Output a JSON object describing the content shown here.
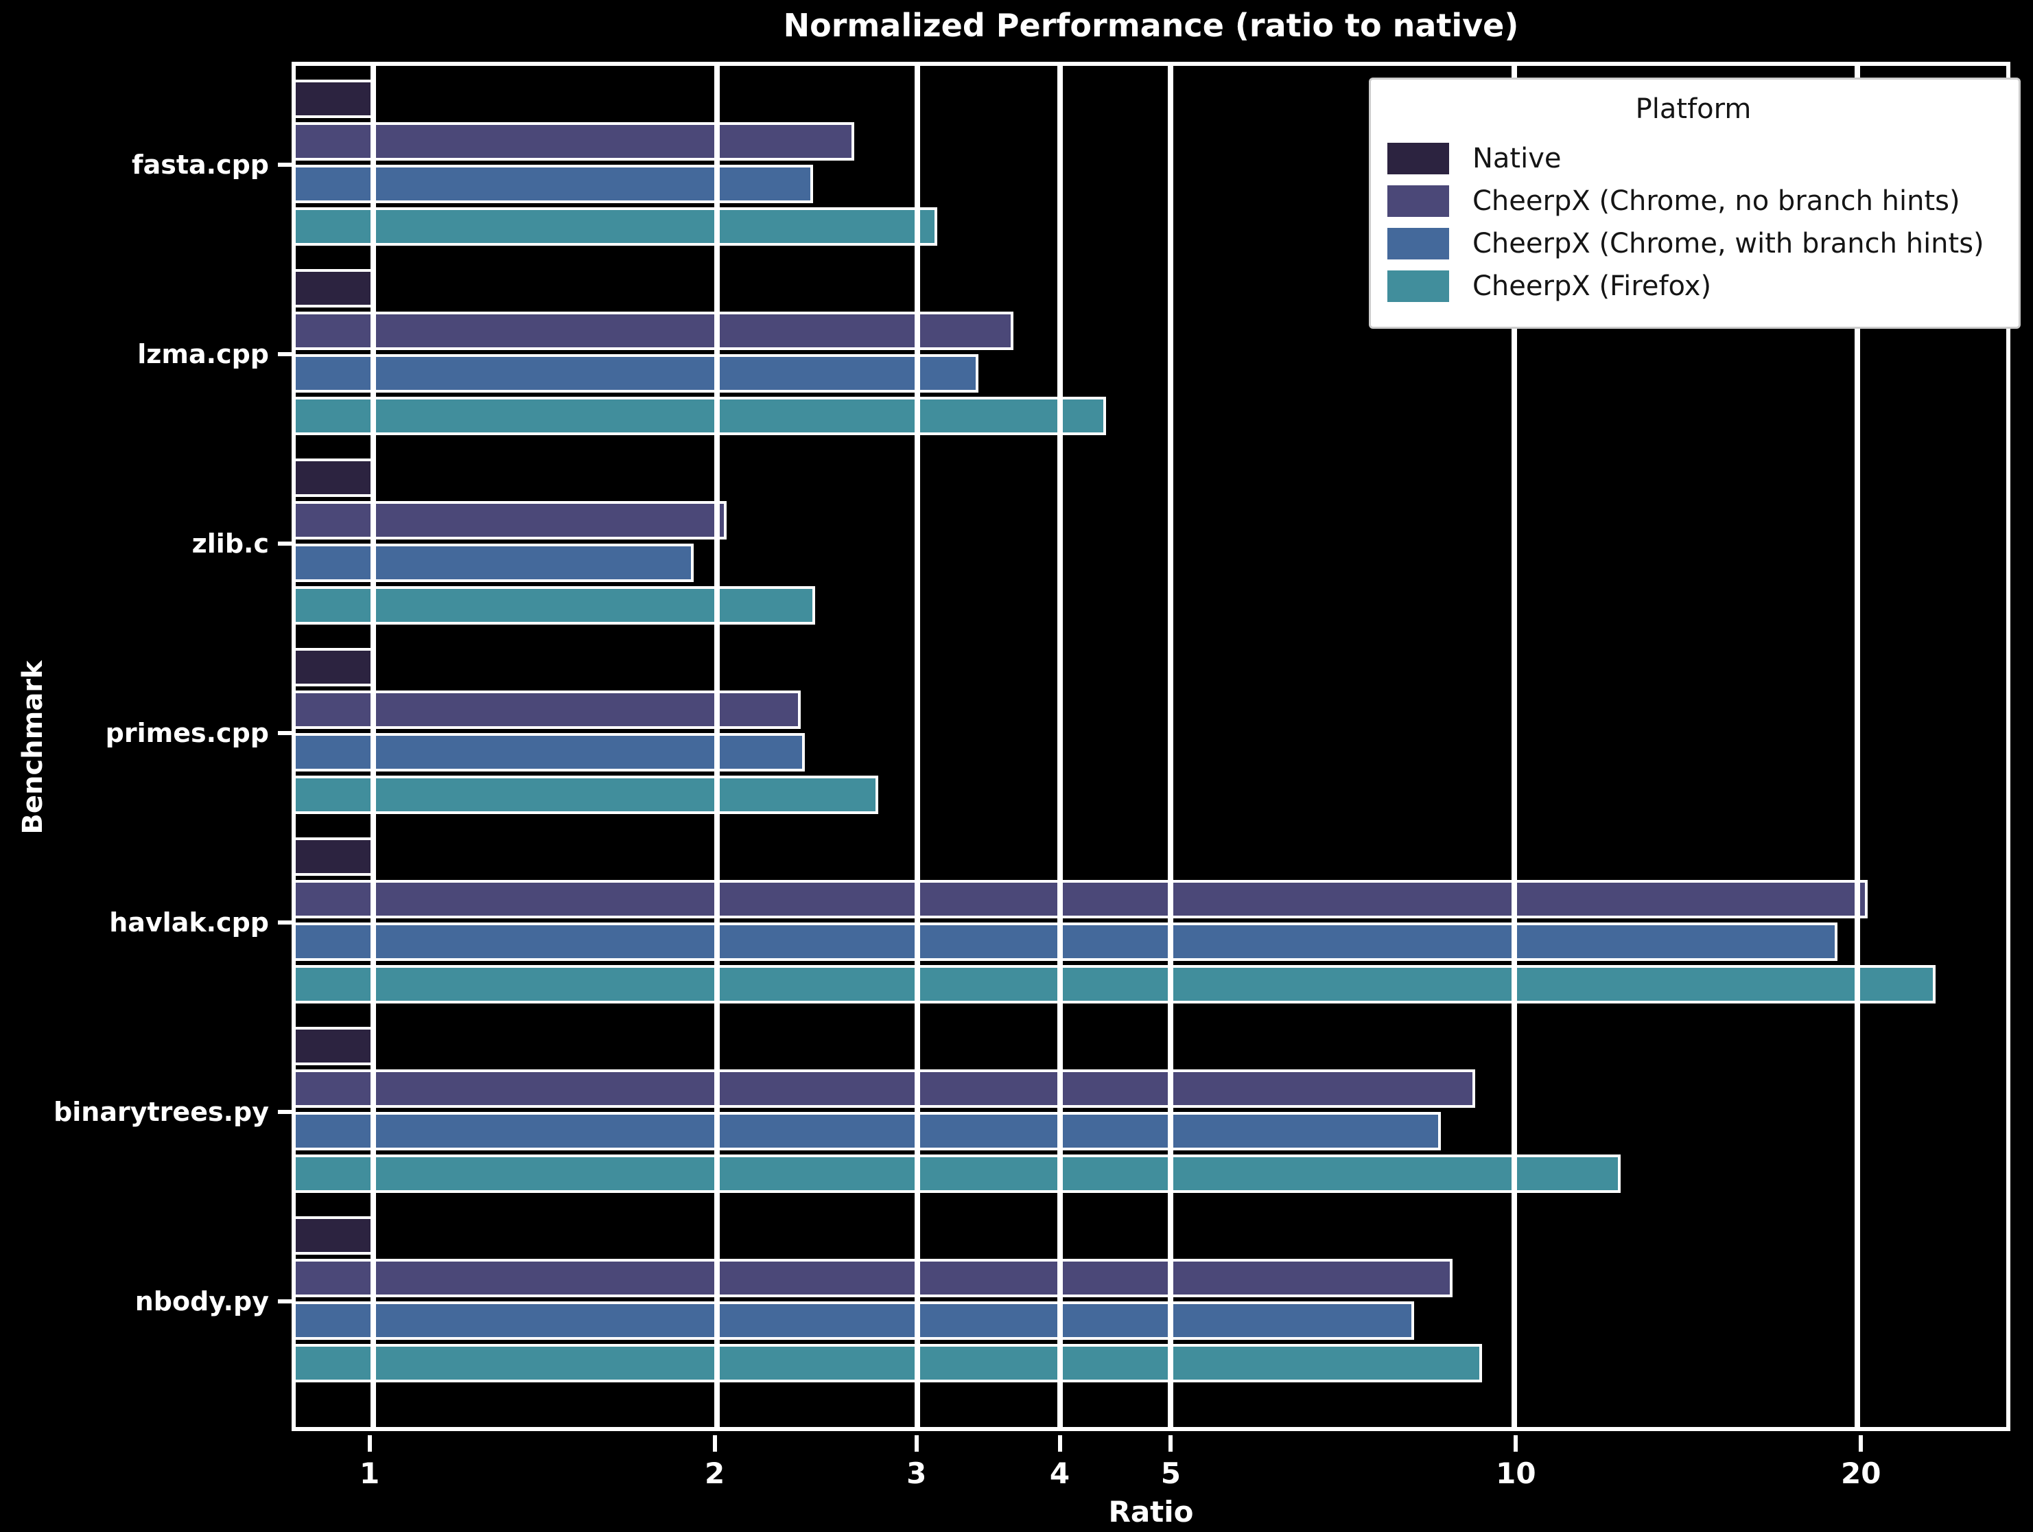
{
  "figure": {
    "title": "Normalized Performance (ratio to native)",
    "xlabel": "Ratio",
    "ylabel": "Benchmark"
  },
  "legend": {
    "title": "Platform",
    "position": "upper right"
  },
  "chart_data": {
    "type": "bar",
    "orientation": "horizontal",
    "title": "Normalized Performance (ratio to native)",
    "xlabel": "Ratio",
    "ylabel": "Benchmark",
    "x_scale": "log",
    "xlim": [
      0.855,
      27
    ],
    "x_ticks": [
      1,
      2,
      3,
      4,
      5,
      10,
      20
    ],
    "grid": true,
    "background": "#000000",
    "foreground": "#ffffff",
    "categories": [
      "fasta.cpp",
      "lzma.cpp",
      "zlib.c",
      "primes.cpp",
      "havlak.cpp",
      "binarytrees.py",
      "nbody.py"
    ],
    "series": [
      {
        "name": "Native",
        "color": "#2c2340",
        "values": [
          1.0,
          1.0,
          1.0,
          1.0,
          1.0,
          1.0,
          1.0
        ]
      },
      {
        "name": "CheerpX (Chrome, no branch hints)",
        "color": "#4b4878",
        "values": [
          2.64,
          3.64,
          2.04,
          2.37,
          20.4,
          9.25,
          8.83
        ]
      },
      {
        "name": "CheerpX (Chrome, with branch hints)",
        "color": "#44699b",
        "values": [
          2.43,
          3.39,
          1.91,
          2.39,
          19.2,
          8.63,
          8.17
        ]
      },
      {
        "name": "CheerpX (Firefox)",
        "color": "#418e9c",
        "values": [
          3.12,
          4.39,
          2.44,
          2.77,
          23.4,
          12.4,
          9.37
        ]
      }
    ]
  }
}
